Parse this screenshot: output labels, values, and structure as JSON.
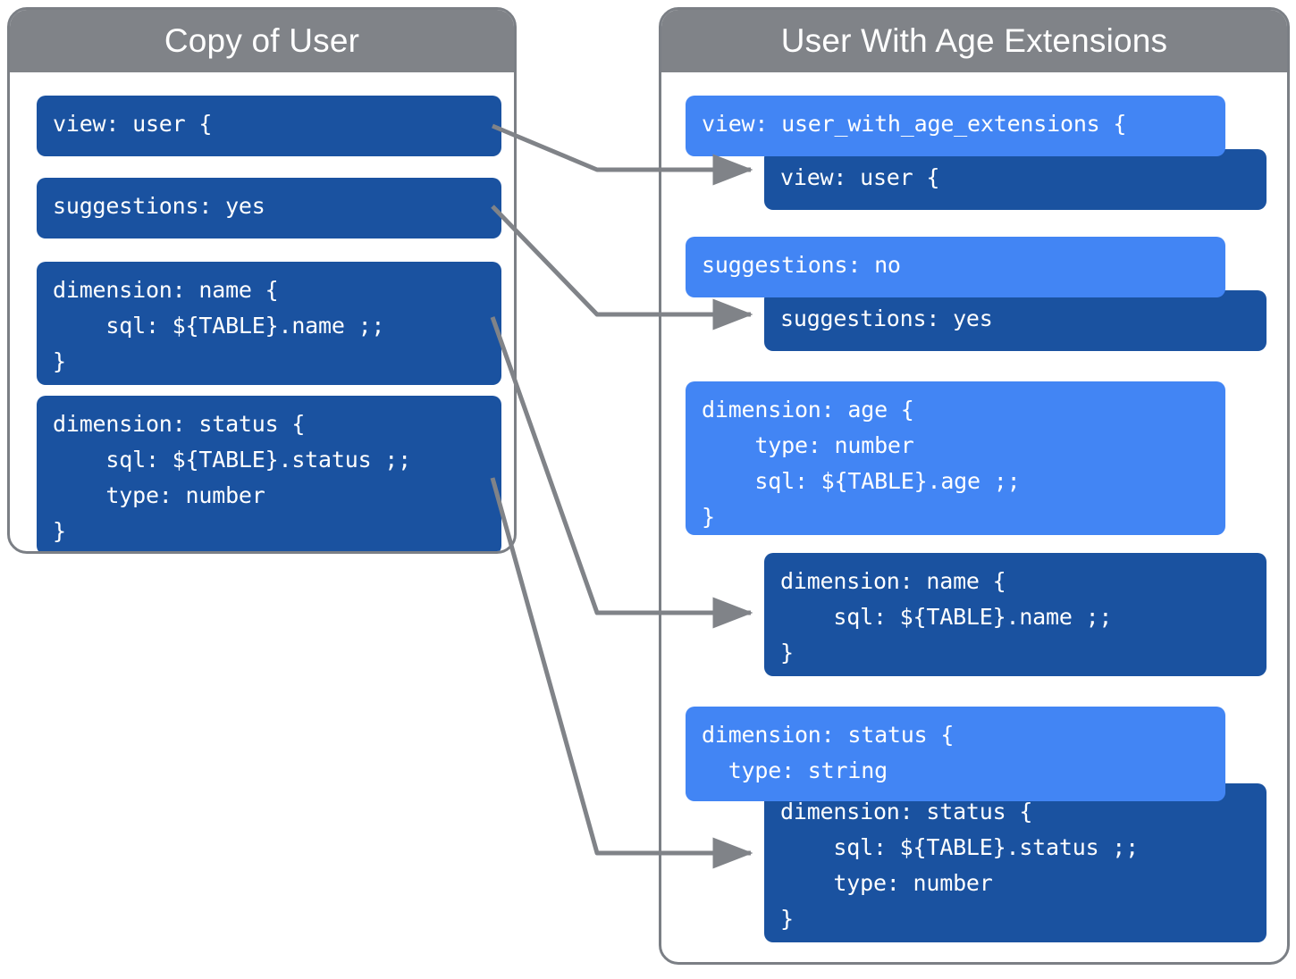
{
  "colors": {
    "header_gray": "#808388",
    "panel_border": "#7b7f85",
    "dark_blue": "#1a52a0",
    "light_blue": "#4285f4",
    "connector_gray": "#808388",
    "text_white": "#ffffff",
    "background": "#ffffff"
  },
  "left_panel": {
    "title": "Copy of User",
    "blocks": [
      {
        "id": "left-view",
        "text": "view: user {"
      },
      {
        "id": "left-suggestions",
        "text": "suggestions: yes"
      },
      {
        "id": "left-dimension-name",
        "text": "dimension: name {\n    sql: ${TABLE}.name ;;\n}"
      },
      {
        "id": "left-dimension-status",
        "text": "dimension: status {\n    sql: ${TABLE}.status ;;\n    type: number\n}"
      }
    ]
  },
  "right_panel": {
    "title": "User With Age Extensions",
    "blocks": [
      {
        "id": "right-view-extension",
        "variant": "light",
        "text": "view: user_with_age_extensions {"
      },
      {
        "id": "right-view-inherited",
        "variant": "dark",
        "text": "view: user {"
      },
      {
        "id": "right-suggestions-extension",
        "variant": "light",
        "text": "suggestions: no"
      },
      {
        "id": "right-suggestions-inherited",
        "variant": "dark",
        "text": "suggestions: yes"
      },
      {
        "id": "right-dimension-age",
        "variant": "light",
        "text": "dimension: age {\n    type: number\n    sql: ${TABLE}.age ;;\n}"
      },
      {
        "id": "right-dimension-name-inherited",
        "variant": "dark",
        "text": "dimension: name {\n    sql: ${TABLE}.name ;;\n}"
      },
      {
        "id": "right-dimension-status-extension",
        "variant": "light",
        "text": "dimension: status {\n  type: string"
      },
      {
        "id": "right-dimension-status-inherited",
        "variant": "dark",
        "text": "dimension: status {\n    sql: ${TABLE}.status ;;\n    type: number\n}"
      }
    ]
  },
  "connectors": [
    {
      "id": "connector-view",
      "from": "left-view",
      "to": "right-view-inherited"
    },
    {
      "id": "connector-suggestions",
      "from": "left-suggestions",
      "to": "right-suggestions-inherited"
    },
    {
      "id": "connector-name",
      "from": "left-dimension-name",
      "to": "right-dimension-name-inherited"
    },
    {
      "id": "connector-status",
      "from": "left-dimension-status",
      "to": "right-dimension-status-inherited"
    }
  ]
}
